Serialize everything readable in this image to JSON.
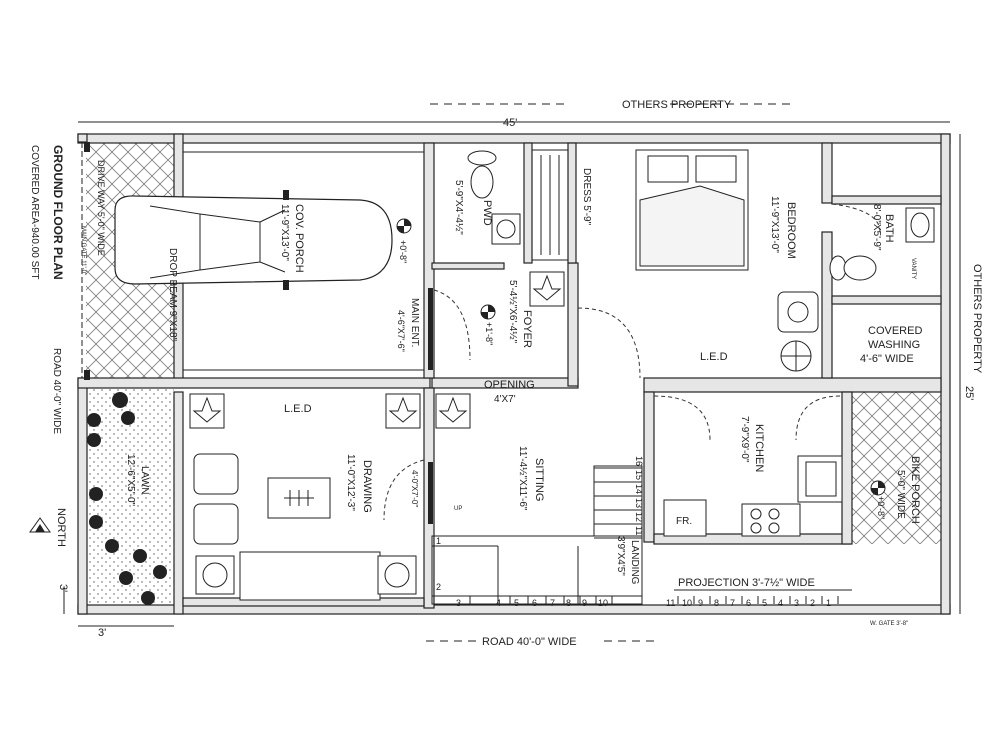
{
  "plan": {
    "title": "GROUND FLOOR PLAN",
    "covered_area": "COVERED AREA-940.00 SFT",
    "road_side": "ROAD 40'-0\" WIDE",
    "road_bottom": "ROAD 40'-0\" WIDE",
    "others_top": "OTHERS PROPERTY",
    "others_right": "OTHERS PROPERTY",
    "width_dim": "45'",
    "depth_dim": "25'",
    "dim_3a": "3'",
    "dim_3b": "3'",
    "north": "NORTH",
    "w_gate": "W. GATE 3'-8\""
  },
  "rooms": {
    "cov_porch": {
      "name": "COV. PORCH",
      "size": "11'-9\"X13'-0\"",
      "level": "+0'-8\""
    },
    "drive_way": "DRIVE WAY 5'-0\" WIDE",
    "main_gate": "MAIN GATE 11'-0\"",
    "drop_beam": "DROP BEAM 9\"X18\"",
    "pwd": {
      "name": "PWD",
      "size": "5'-9\"X4'-4½\""
    },
    "foyer": {
      "name": "FOYER",
      "size": "5'-4½\"X6'-4½\"",
      "level": "+1'-8\""
    },
    "main_ent": "MAIN ENT.",
    "main_door": "4'-6\"X7'-6\"",
    "dress": "DRESS 5'-9\"",
    "bedroom": {
      "name": "BEDROOM",
      "size": "11'-9\"X13'-0\""
    },
    "bath": {
      "name": "BATH",
      "size": "8'-0\"X5'-9\""
    },
    "vanity": "VANITY",
    "covered_washing": {
      "name": "COVERED",
      "line2": "WASHING",
      "line3": "4'-6\" WIDE"
    },
    "led1": "L.E.D",
    "led2": "L.E.D",
    "opening": {
      "name": "OPENING",
      "size": "4'X7'"
    },
    "kitchen": {
      "name": "KITCHEN",
      "size": "7'-9\"X9'-0\""
    },
    "fridge": "FR.",
    "sitting": {
      "name": "SITTING",
      "size": "11'-4½\"X11'-6\""
    },
    "drawing": {
      "name": "DRAWING",
      "size": "11'-0\"X12'-3\""
    },
    "drawing_door": "4'-0\"X7'-0\"",
    "lawn": {
      "name": "LAWN",
      "size": "12'-6\"X5'-0\""
    },
    "bike_porch": {
      "name": "BIKE PORCH",
      "size": "5'-0\" WIDE",
      "level": "+0'-8\""
    },
    "landing": {
      "name": "LANDING",
      "size": "3'9\"X4'5\""
    },
    "projection": "PROJECTION 3'-7½\" WIDE",
    "up": "UP"
  },
  "stairs": {
    "upper": [
      "1",
      "2",
      "3",
      "4",
      "5",
      "6",
      "7",
      "8",
      "9",
      "10"
    ],
    "right_col": [
      "16",
      "15",
      "14",
      "13",
      "12",
      "11"
    ],
    "lower": [
      "11",
      "10",
      "9",
      "8",
      "7",
      "6",
      "5",
      "4",
      "3",
      "2",
      "1"
    ]
  }
}
